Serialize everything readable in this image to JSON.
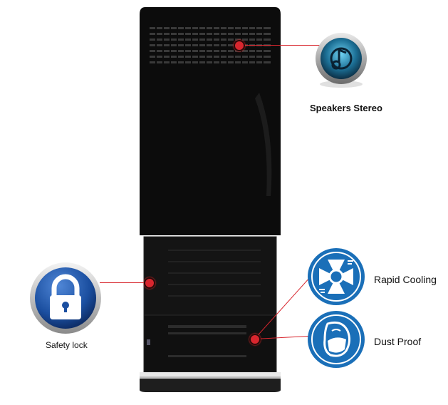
{
  "features": {
    "speakers": {
      "label": "Speakers Stereo",
      "icon": "speaker-icon"
    },
    "cooling": {
      "label": "Rapid Cooling",
      "icon": "fan-icon"
    },
    "dust": {
      "label": "Dust Proof",
      "icon": "face-mask-icon"
    },
    "lock": {
      "label": "Safety lock",
      "icon": "padlock-icon"
    }
  },
  "colors": {
    "kiosk_body": "#0b0b0b",
    "callout": "#d8262e",
    "feature_blue": "#1a6fb8",
    "lock_blue": "#1b4fa0"
  }
}
